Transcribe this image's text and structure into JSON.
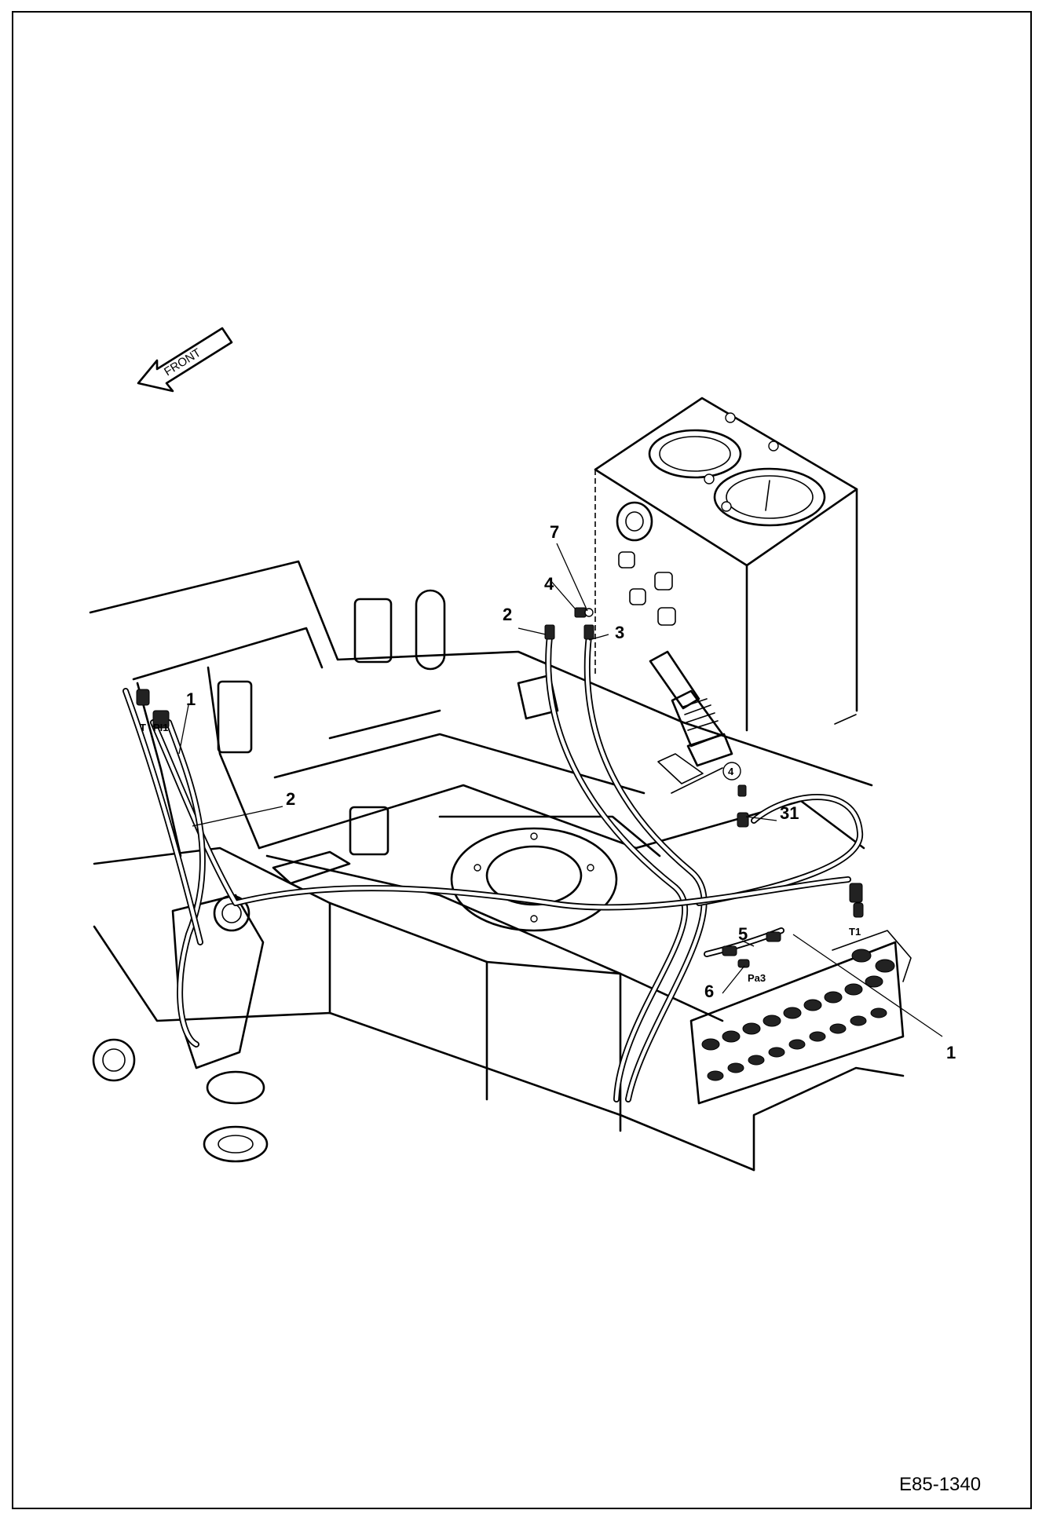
{
  "drawing_ref": "E85-1340",
  "direction_label": "FRONT",
  "callouts": {
    "c1_left": "1",
    "c1_right": "1",
    "c2_top": "2",
    "c2_left": "2",
    "c3": "3",
    "c4": "4",
    "c4_circled": "4",
    "c5": "5",
    "c6": "6",
    "c7": "7",
    "c31": "31"
  },
  "ports": {
    "t_left": "T",
    "pi1": "PI1",
    "t1": "T1",
    "pa3": "Pa3"
  }
}
